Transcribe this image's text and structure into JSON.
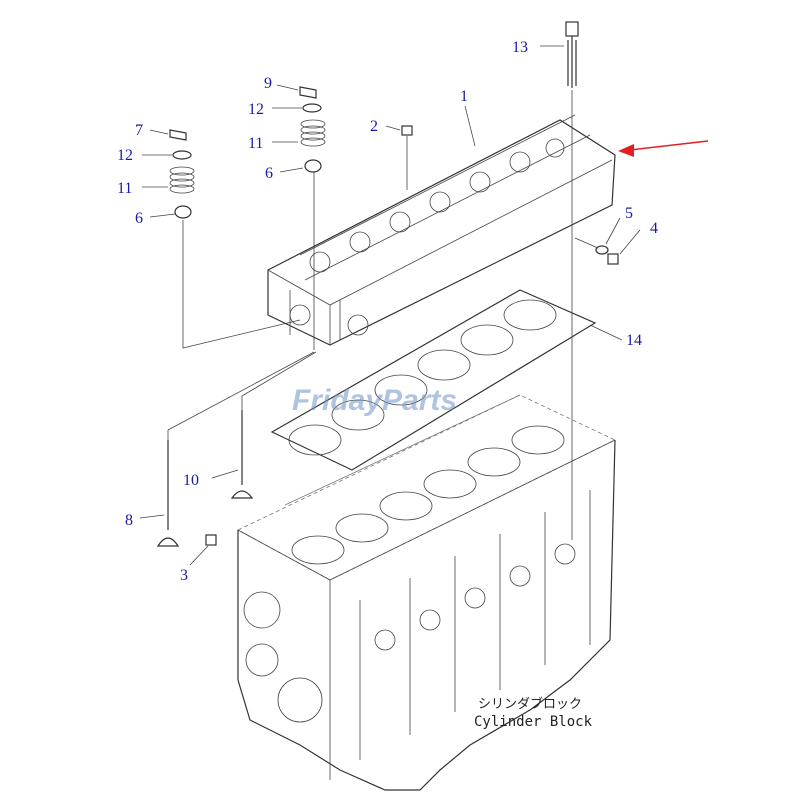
{
  "callouts": {
    "c1": "1",
    "c2": "2",
    "c3": "3",
    "c4": "4",
    "c5": "5",
    "c6a": "6",
    "c6b": "6",
    "c7": "7",
    "c8": "8",
    "c9": "9",
    "c10": "10",
    "c11a": "11",
    "c11b": "11",
    "c12a": "12",
    "c12b": "12",
    "c13": "13",
    "c14": "14"
  },
  "block_label": {
    "japanese": "シリンダブロック",
    "english": "Cylinder Block"
  },
  "watermark": {
    "text": "FridayParts"
  },
  "colors": {
    "callout": "#1a1aa8",
    "arrow": "#e02020",
    "line": "#333333",
    "watermark": "#6f95c8"
  }
}
